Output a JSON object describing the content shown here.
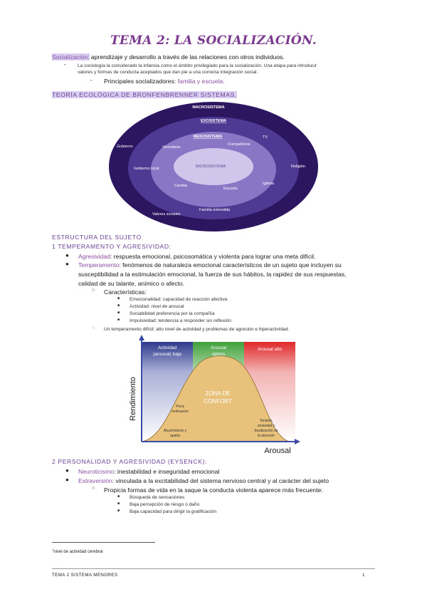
{
  "title": "TEMA 2: LA SOCIALIZACIÓN.",
  "socializacion": {
    "term": "Socialización:",
    "definition": " aprendizaje y desarrollo a través de las relaciones con otros individuos.",
    "note_line1": "La sociología la considerado la infancia como el ámbito privilegiado para la socialización. Una etapa para introducir",
    "note_line2": "valores y formas de conducta aceptados que dan pie a una correcta integración social.",
    "agents_label": "Principales socializadores:",
    "agents_value": " familia y escuela."
  },
  "bronfenbrenner": {
    "heading": "TEORÍA ECOLÓGICA DE BRONFENBRENNER SISTEMAS.",
    "macro": "MACROSISTEMA",
    "exo": "EXOSISTEMA",
    "meso": "MESOSISTEMA",
    "micro": "MICROSISTEMA",
    "labels": [
      "Gobierno",
      "Gobierno local",
      "Valores sociales",
      "Religión",
      "Familia extendida",
      "TV",
      "Vecindario",
      "Compañeros",
      "Familia",
      "Escuela",
      "Iglesia"
    ]
  },
  "estructura": {
    "heading": "ESTRUCTURA DEL SUJETO",
    "sub1": "1 TEMPERAMENTO Y AGRESIVIDAD:",
    "agresividad_term": "Agresividad",
    "agresividad_def": ": respuesta emocional, psicosomática y violenta para  lograr una meta difícil.",
    "temperamento_term": "Temperamento",
    "temperamento_line1": ": fenómenos de naturaleza emocional característicos de un sujeto que incluyen su",
    "temperamento_line2": "susceptibilidad a la estimulación emocional, la fuerza de sus hábitos, la rapidez de sus respuestas,",
    "temperamento_line3": "calidad de su talante, anímico o afecto.",
    "caracteristicas_label": "Características:",
    "caracteristicas": [
      "Emocionalidad: capacidad de reacción afectiva",
      "Actividad: nivel de arousal",
      "Sociabilidad preferencia por la compañía",
      "Impulsividad: tendencia a responder sin reflexión"
    ],
    "dificil": "Un temperamento difícil: alto nivel de actividad y problemas de agresión e hiperactividad."
  },
  "arousal_chart": {
    "zone_low": "Actividad (arousal) baja",
    "zone_mid": "Arousal óptimo",
    "zone_high": "Arousal alto",
    "ylabel": "Rendimiento",
    "xlabel": "Arousal",
    "center": "ZONA DE CONFORT",
    "poca": "Poca motivación",
    "aburrimiento": "Aburrimiento y apatía",
    "tension": "Tensión, ansiedad y focalización de la atención",
    "colors": {
      "low": "#2e3a8c",
      "mid": "#3fa03a",
      "high": "#e0282b",
      "curve": "#e8c27a"
    }
  },
  "personalidad": {
    "heading": "2 PERSONALIDAD Y AGRESIVIDAD (EYSENCK):",
    "neuro_term": "Neuroticismo",
    "neuro_def": ": inestabilidad e inseguridad emocional",
    "extra_term": "Extraversión",
    "extra_def": ": vinculada a la excitabilidad del sistema nervioso central y al carácter del sujeto",
    "propicia": "Propicia formas de vida en la saque la conducta violenta aparece más frecuente:",
    "items": [
      "Búsqueda de sensaciones",
      "Baja percepción de riesgo o daño",
      "Baja capacidad para dirigir la gratificación"
    ]
  },
  "footnote": "nivel de actividad cerebral",
  "footnote_mark": "1",
  "footer": {
    "left": "TEMA 2 SISTEMA MENORES",
    "page": "1"
  }
}
